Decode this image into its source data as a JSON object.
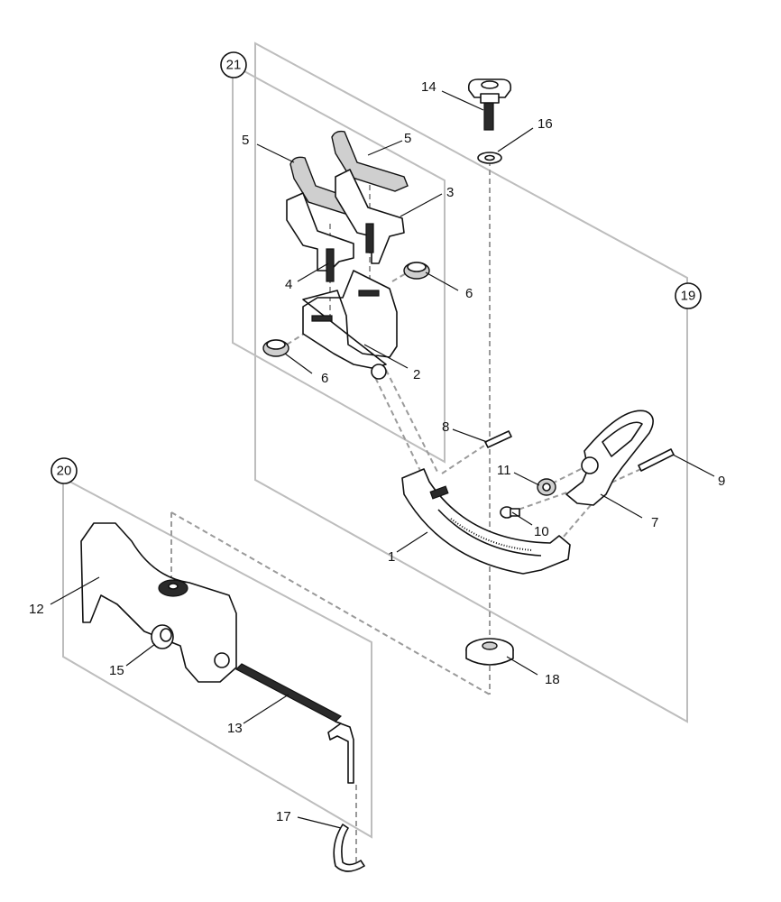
{
  "parts": [
    {
      "id": "p1",
      "label": "1"
    },
    {
      "id": "p2",
      "label": "2"
    },
    {
      "id": "p3",
      "label": "3"
    },
    {
      "id": "p4",
      "label": "4"
    },
    {
      "id": "p5a",
      "label": "5"
    },
    {
      "id": "p5b",
      "label": "5"
    },
    {
      "id": "p6a",
      "label": "6"
    },
    {
      "id": "p6b",
      "label": "6"
    },
    {
      "id": "p7",
      "label": "7"
    },
    {
      "id": "p8",
      "label": "8"
    },
    {
      "id": "p9",
      "label": "9"
    },
    {
      "id": "p10",
      "label": "10"
    },
    {
      "id": "p11",
      "label": "11"
    },
    {
      "id": "p12",
      "label": "12"
    },
    {
      "id": "p13",
      "label": "13"
    },
    {
      "id": "p14",
      "label": "14"
    },
    {
      "id": "p15",
      "label": "15"
    },
    {
      "id": "p16",
      "label": "16"
    },
    {
      "id": "p17",
      "label": "17"
    },
    {
      "id": "p18",
      "label": "18"
    }
  ],
  "assemblies": [
    {
      "id": "a19",
      "label": "19"
    },
    {
      "id": "a20",
      "label": "20"
    },
    {
      "id": "a21",
      "label": "21"
    }
  ]
}
